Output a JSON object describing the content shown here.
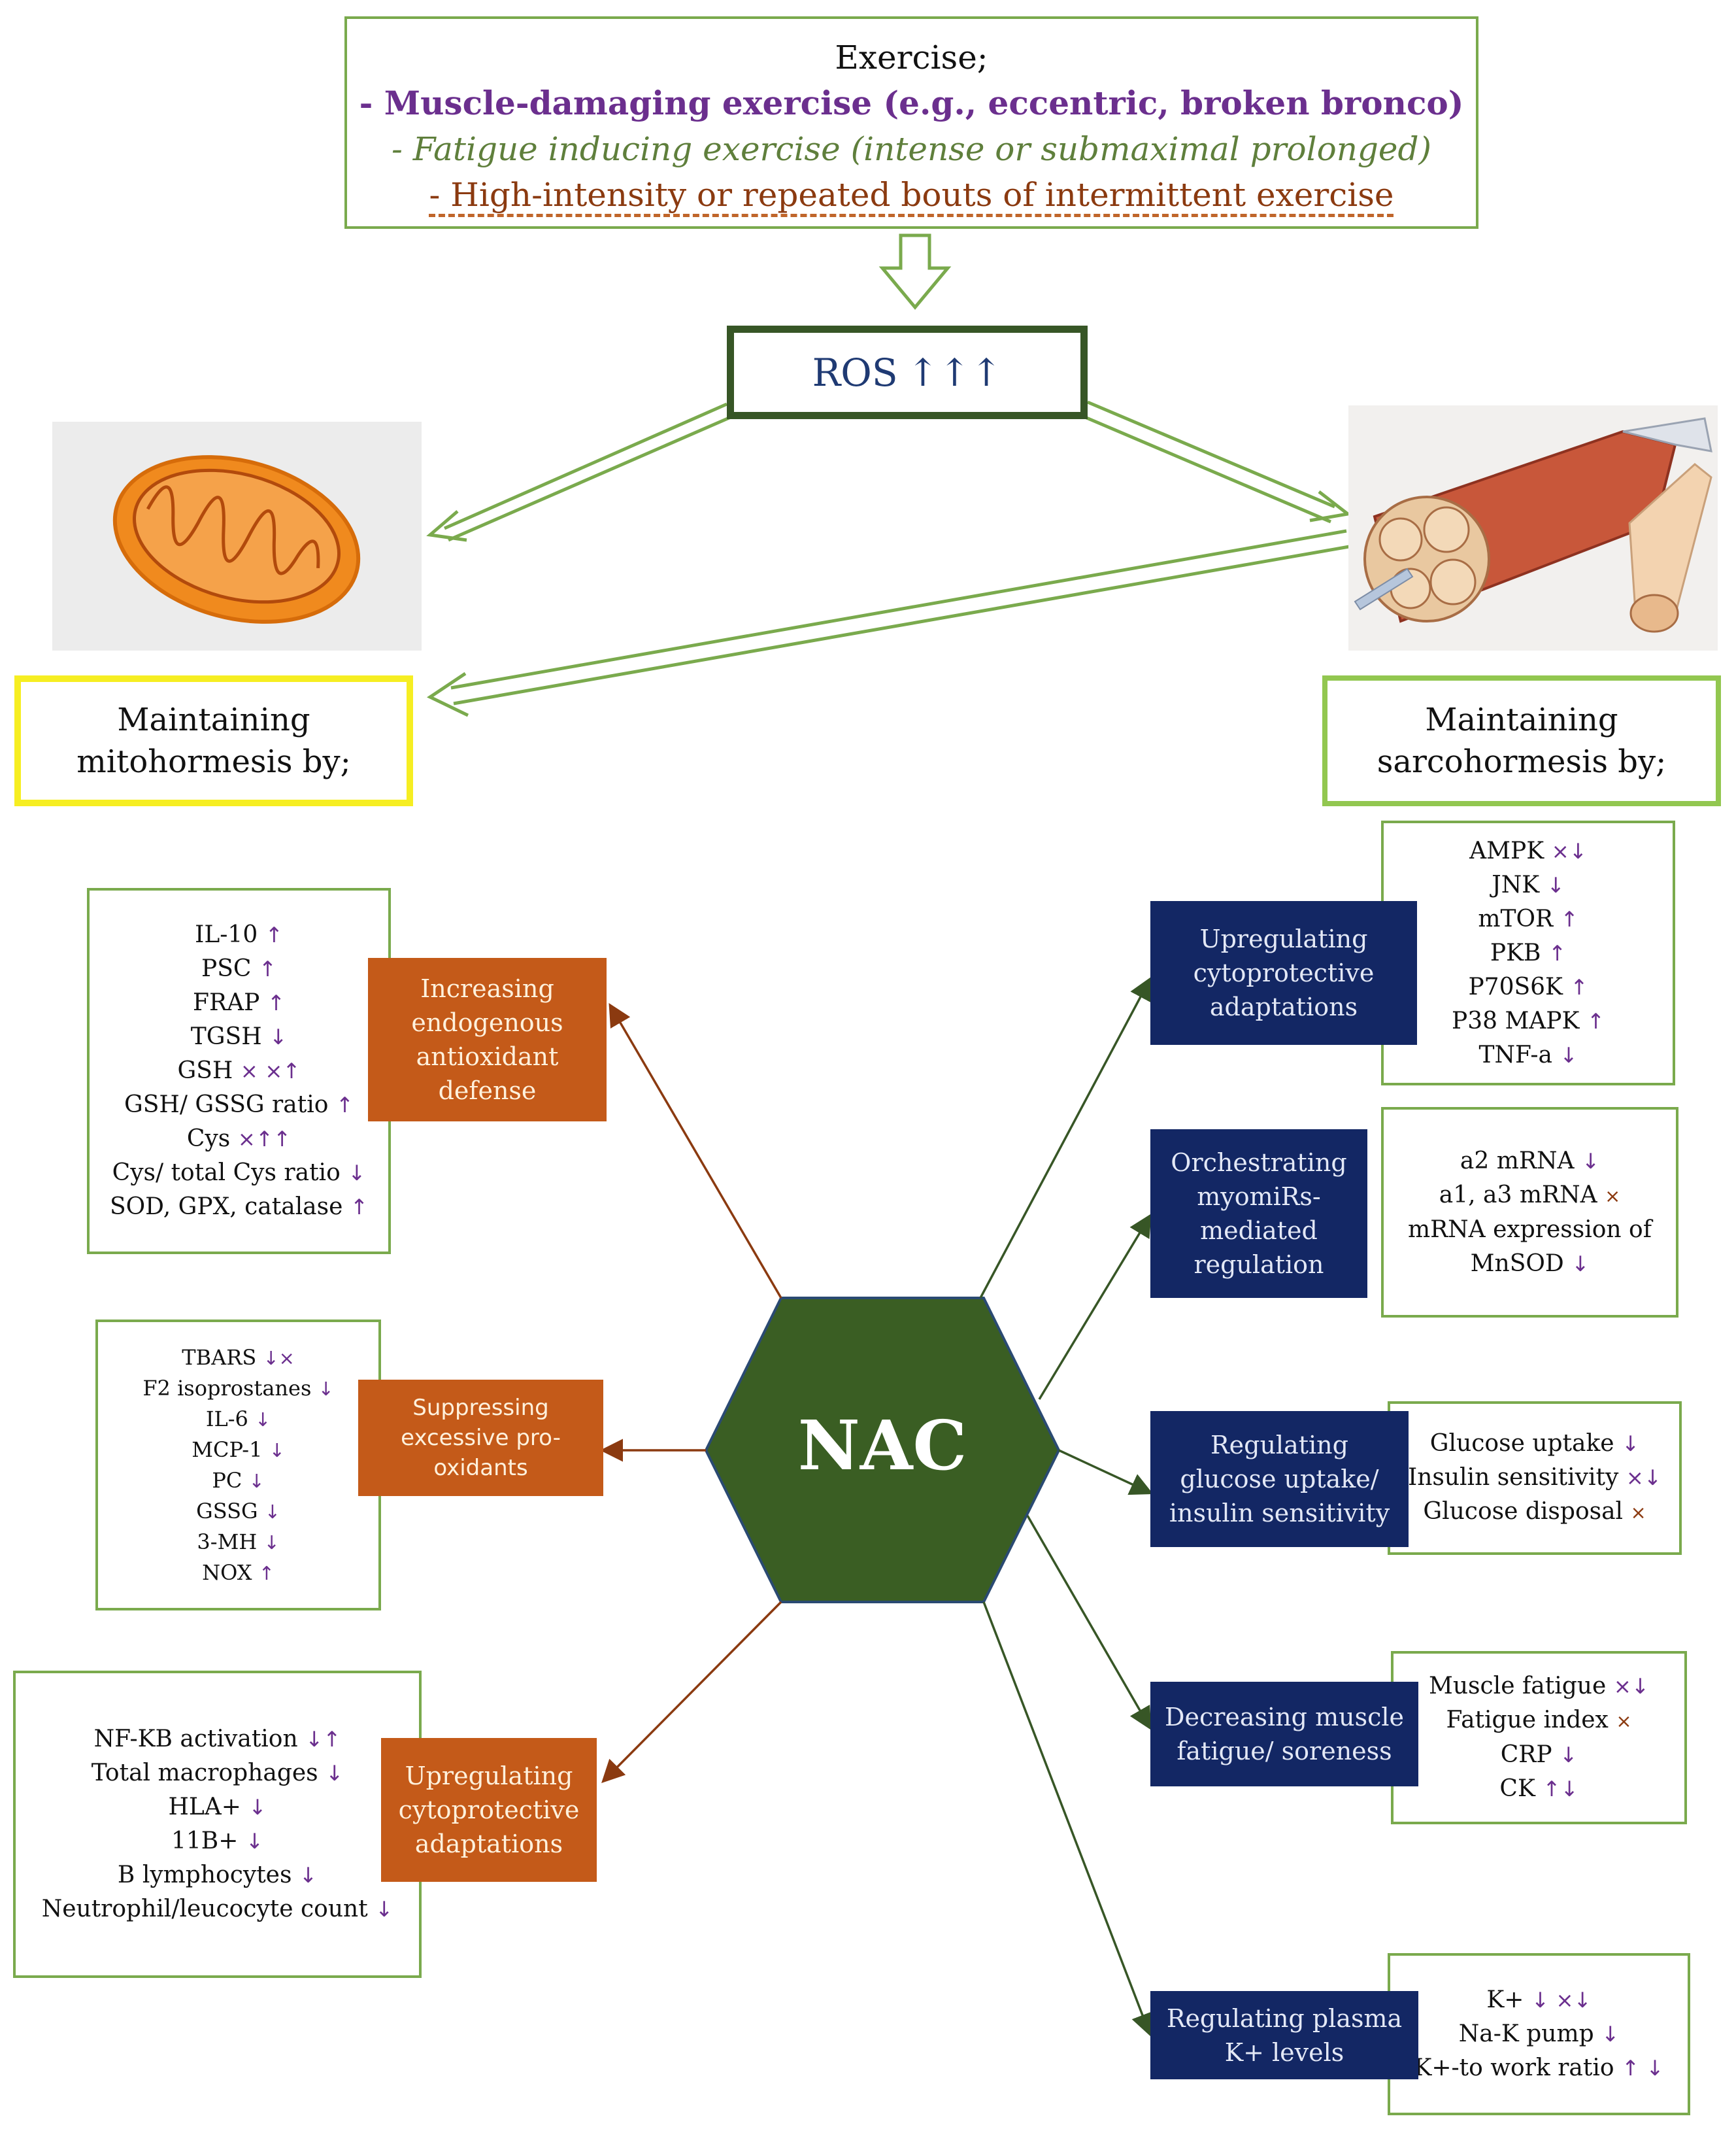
{
  "colors": {
    "green_border": "#7aaa4d",
    "dark_green": "#375626",
    "nac_fill": "#3a5e23",
    "orange": "#c45a19",
    "navy": "#132764",
    "purple": "#6b2f8e",
    "yellow": "#f6ee22",
    "light_green": "#92c750",
    "brown_arrow": "#8b3a10"
  },
  "exercise": {
    "title": "Exercise;",
    "line1": "- Muscle-damaging exercise (e.g., eccentric, broken bronco)",
    "line2": "- Fatigue inducing exercise (intense or submaximal prolonged)",
    "line3": "- High-intensity or repeated bouts of intermittent exercise"
  },
  "ros": {
    "label": "ROS",
    "arrows": "↑↑↑"
  },
  "maintain_left": {
    "line1": "Maintaining",
    "line2": "mitohormesis by;"
  },
  "maintain_right": {
    "line1": "Maintaining",
    "line2": "sarcohormesis by;"
  },
  "nac": "NAC",
  "left_categories": [
    {
      "label_lines": [
        "Increasing",
        "endogenous",
        "antioxidant",
        "defense"
      ],
      "markers": [
        {
          "name": "IL-10",
          "arrows": "↑"
        },
        {
          "name": "PSC",
          "arrows": "↑"
        },
        {
          "name": "FRAP",
          "arrows": "↑"
        },
        {
          "name": "TGSH",
          "arrows": "↓"
        },
        {
          "name": "GSH",
          "arrows": "× ×↑"
        },
        {
          "name": "GSH/ GSSG ratio",
          "arrows": "↑"
        },
        {
          "name": "Cys",
          "arrows": "×↑↑"
        },
        {
          "name": "Cys/ total Cys ratio",
          "arrows": "↓"
        },
        {
          "name": "SOD, GPX, catalase",
          "arrows": "↑"
        }
      ]
    },
    {
      "label_lines": [
        "Suppressing",
        "excessive pro-",
        "oxidants"
      ],
      "markers": [
        {
          "name": "TBARS",
          "arrows": "↓×"
        },
        {
          "name": "F2 isoprostanes",
          "arrows": "↓"
        },
        {
          "name": "IL-6",
          "arrows": "↓"
        },
        {
          "name": "MCP-1",
          "arrows": "↓"
        },
        {
          "name": "PC",
          "arrows": "↓"
        },
        {
          "name": "GSSG",
          "arrows": "↓"
        },
        {
          "name": "3-MH",
          "arrows": "↓"
        },
        {
          "name": "NOX",
          "arrows": "↑"
        }
      ]
    },
    {
      "label_lines": [
        "Upregulating",
        "cytoprotective",
        "adaptations"
      ],
      "markers": [
        {
          "name": "NF-KB activation",
          "arrows": "↓↑"
        },
        {
          "name": "Total macrophages",
          "arrows": "↓"
        },
        {
          "name": "HLA+",
          "arrows": "↓"
        },
        {
          "name": "11B+",
          "arrows": "↓"
        },
        {
          "name": "B lymphocytes",
          "arrows": "↓"
        },
        {
          "name": "Neutrophil/leucocyte count",
          "arrows": "↓"
        }
      ]
    }
  ],
  "right_categories": [
    {
      "label_lines": [
        "Upregulating",
        "cytoprotective",
        "adaptations"
      ],
      "markers": [
        {
          "name": "AMPK",
          "arrows": "×↓"
        },
        {
          "name": "JNK",
          "arrows": "↓"
        },
        {
          "name": "mTOR",
          "arrows": "↑"
        },
        {
          "name": "PKB",
          "arrows": "↑"
        },
        {
          "name": "P70S6K",
          "arrows": "↑"
        },
        {
          "name": "P38 MAPK",
          "arrows": "↑"
        },
        {
          "name": "TNF-a",
          "arrows": "↓"
        }
      ]
    },
    {
      "label_lines": [
        "Orchestrating",
        "myomiRs-",
        "mediated",
        "regulation"
      ],
      "markers": [
        {
          "name": "a2 mRNA",
          "arrows": "↓"
        },
        {
          "name": "a1, a3 mRNA",
          "arrows": "×"
        },
        {
          "name": "mRNA expression of",
          "arrows": ""
        },
        {
          "name": "MnSOD",
          "arrows": "↓"
        }
      ]
    },
    {
      "label_lines": [
        "Regulating",
        "glucose uptake/",
        "insulin sensitivity"
      ],
      "markers": [
        {
          "name": "Glucose uptake",
          "arrows": "↓"
        },
        {
          "name": "Insulin sensitivity",
          "arrows": "×↓"
        },
        {
          "name": "Glucose disposal",
          "arrows": "×"
        }
      ]
    },
    {
      "label_lines": [
        "Decreasing muscle",
        "fatigue/ soreness"
      ],
      "markers": [
        {
          "name": "Muscle fatigue",
          "arrows": "×↓"
        },
        {
          "name": "Fatigue index",
          "arrows": "×"
        },
        {
          "name": "CRP",
          "arrows": "↓"
        },
        {
          "name": "CK",
          "arrows": "↑↓"
        }
      ]
    },
    {
      "label_lines": [
        "Regulating plasma",
        "K+ levels"
      ],
      "markers": [
        {
          "name": "K+",
          "arrows": "↓ ×↓"
        },
        {
          "name": "Na-K pump",
          "arrows": "↓"
        },
        {
          "name": "K+-to work ratio",
          "arrows": "↑ ↓"
        }
      ]
    }
  ]
}
